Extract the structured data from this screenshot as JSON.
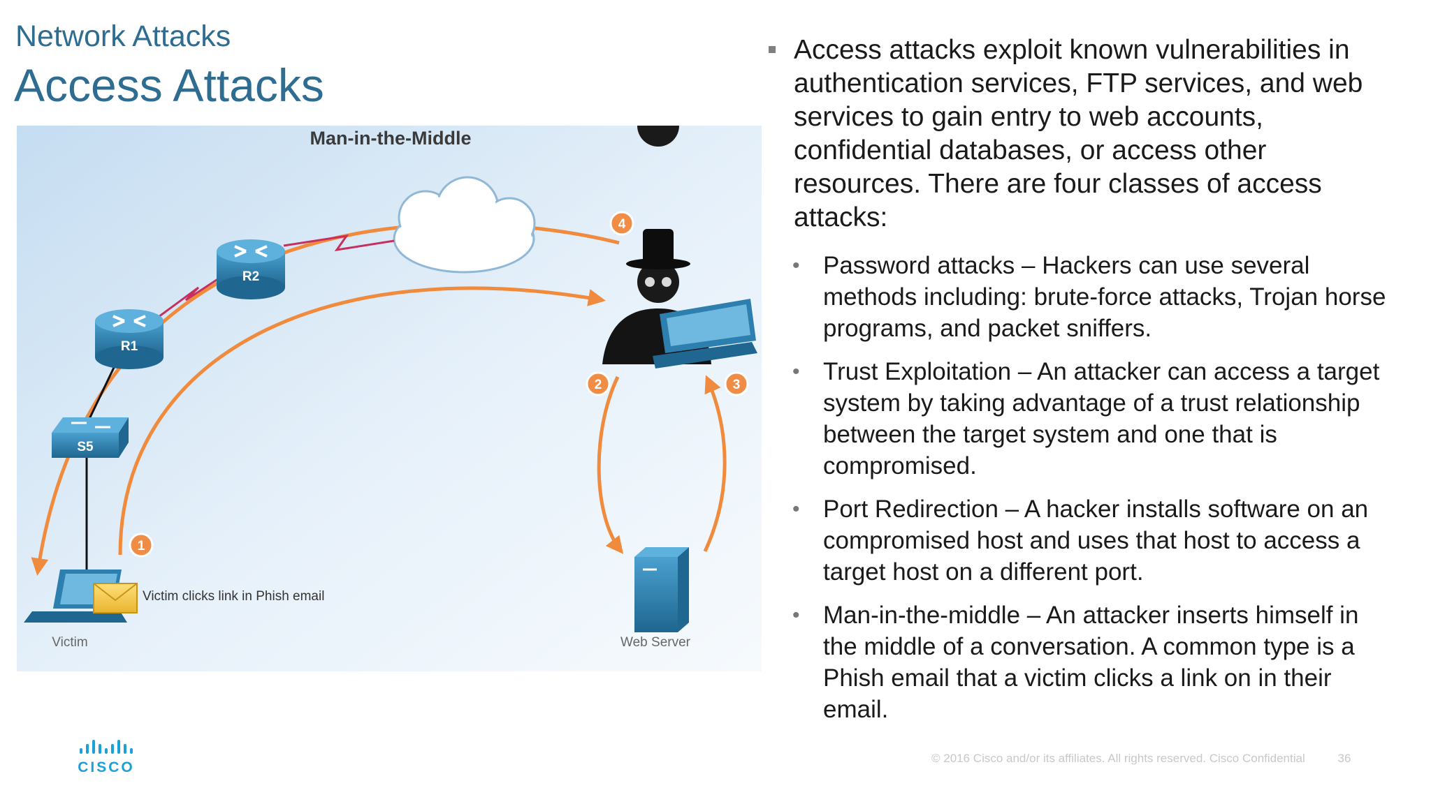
{
  "header": {
    "kicker": "Network Attacks",
    "title": "Access Attacks"
  },
  "diagram": {
    "title": "Man-in-the-Middle",
    "devices": {
      "r1": "R1",
      "r2": "R2",
      "s5": "S5",
      "victim": "Victim",
      "web_server": "Web Server"
    },
    "steps": [
      "1",
      "2",
      "3",
      "4"
    ],
    "callout": "Victim clicks link in Phish email",
    "colors": {
      "arrow": "#f08a3c",
      "badge": "#ef8d47",
      "device": "#2c7fae",
      "serial_link": "#c7305e",
      "background": "#dbeaf6"
    }
  },
  "content": {
    "intro": "Access attacks exploit known vulnerabilities in authentication services, FTP services, and web services to gain entry to web accounts, confidential databases, or access other resources.  There are four classes of access attacks:",
    "classes": [
      "Password attacks – Hackers can use several methods including:  brute-force attacks, Trojan horse programs, and packet sniffers.",
      "Trust Exploitation – An attacker can access a target system by taking advantage of a trust relationship between the target system and one that is compromised.",
      "Port Redirection – A hacker installs software on an compromised host and uses that host to access a target host on a different port.",
      "Man-in-the-middle – An attacker inserts himself in the middle of a conversation.  A common type is a Phish email that a victim clicks a link on in their email."
    ]
  },
  "footer": {
    "logo_text": "CISCO",
    "copyright": "© 2016  Cisco and/or its affiliates. All rights reserved.   Cisco Confidential",
    "page": "36"
  }
}
